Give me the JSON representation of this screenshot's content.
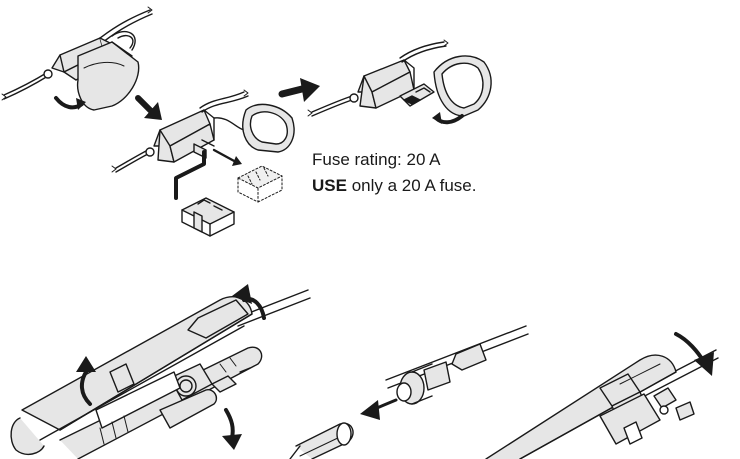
{
  "caption": {
    "rating": "Fuse rating: 20 A",
    "use_keyword": "USE",
    "use_rest": " only a 20 A fuse."
  },
  "colors": {
    "stroke": "#1a1a1a",
    "holder_fill": "#e6e6e6",
    "dark_fill": "#1a1a1a"
  }
}
